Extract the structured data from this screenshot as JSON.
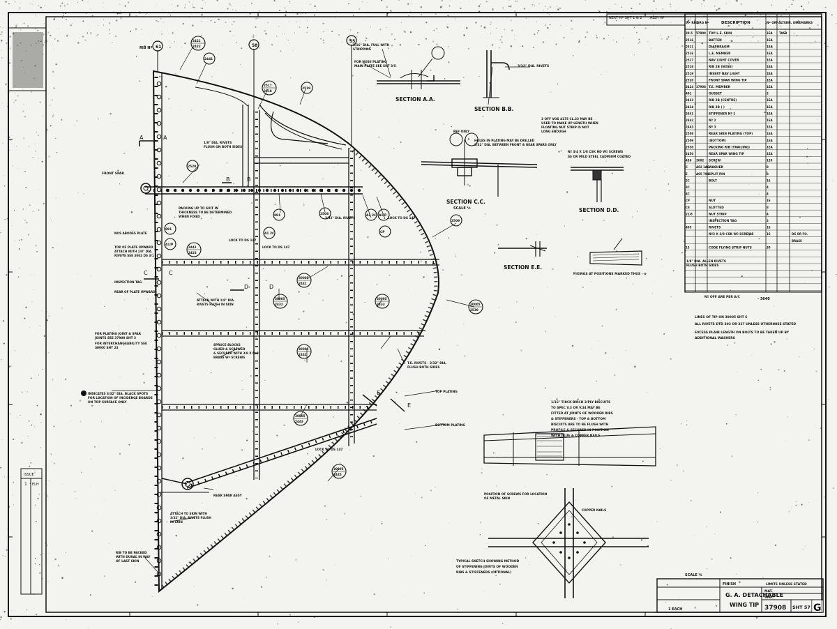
{
  "sheet": {
    "next_sheet_label": "NEXT Nº SHT 1 & 2",
    "assy_label": "ASSY Nº",
    "parts_header": [
      "Nº REQ",
      "DRG Nº",
      "DESCRIPTION",
      "Nº OFF",
      "ALTERN. ON",
      "REMARKS"
    ],
    "parts": [
      [
        "30-5",
        "37908",
        "TOP L.E. SKIN",
        "1EA",
        "TASB"
      ],
      [
        "2516",
        "",
        "BATTEN",
        "1EA",
        ""
      ],
      [
        "2511",
        "",
        "DIAPHRAGM",
        "1EA",
        ""
      ],
      [
        "2516",
        "",
        "L.E. MEMBER",
        "1EA",
        ""
      ],
      [
        "2517",
        "",
        "NAV LIGHT COVER",
        "1EA",
        ""
      ],
      [
        "2518",
        "",
        "RIB 2B (NOSE)",
        "1EA",
        ""
      ],
      [
        "2519",
        "",
        "INSERT NAV LIGHT",
        "1EA",
        ""
      ],
      [
        "2520",
        "",
        "FRONT SPAR WING TIP",
        "1EA",
        ""
      ],
      [
        "3424",
        "37908",
        "T.E. MEMBER",
        "1EA",
        ""
      ],
      [
        "401",
        "",
        "GUSSET",
        "2",
        ""
      ],
      [
        "2423",
        "",
        "RIB 2B (CENTRE)",
        "1EA",
        ""
      ],
      [
        "2424",
        "",
        "RIB 2B (   )",
        "1EA",
        ""
      ],
      [
        "2441",
        "",
        "STIFFENER Nº 1",
        "1EA",
        ""
      ],
      [
        "2442",
        "",
        "Nº 2",
        "1EA",
        ""
      ],
      [
        "2443",
        "",
        "Nº 3",
        "1EA",
        ""
      ],
      [
        "2508",
        "",
        "REAR SKIN PLATING (TOP)",
        "1EA",
        ""
      ],
      [
        "2509",
        "",
        "(BOTTOM)",
        "1EA",
        ""
      ],
      [
        "2530",
        "",
        "PACKING RIB (TRAILING)",
        "1EA",
        ""
      ],
      [
        "2450",
        "",
        "REAR SPAR WING TIP",
        "1EA",
        ""
      ],
      [
        "436",
        "3002",
        "SCREW",
        "120",
        ""
      ],
      [
        "C",
        "A02 1A6",
        "WASHER",
        "8",
        ""
      ],
      [
        "E",
        "A05 794",
        "SPLIT PIN",
        "8",
        ""
      ],
      [
        "2C",
        "",
        "BOLT",
        "16",
        ""
      ],
      [
        "3C",
        "",
        "",
        "4",
        ""
      ],
      [
        "4C",
        "",
        "",
        "4",
        ""
      ],
      [
        "CP",
        "",
        "NUT",
        "16",
        ""
      ],
      [
        "C8",
        "",
        "SLOTTED",
        "8",
        ""
      ],
      [
        "21/8",
        "",
        "NUT STRIP",
        "4",
        ""
      ],
      [
        "",
        "",
        "INSPECTION TAG",
        "2",
        ""
      ],
      [
        "405",
        "",
        "RIVETS",
        "16",
        ""
      ],
      [
        "",
        "",
        "Nº3 X 3/8 CSK Wº SCREWS",
        "16",
        "DS OR FO."
      ],
      [
        "",
        "",
        "",
        "",
        "BRASS"
      ],
      [
        "13",
        "",
        "CODE FLYING STRIP NUTS",
        "30",
        ""
      ]
    ],
    "off_note": "Nº OFF ARE PER A/C",
    "title": "G. A. DETACHABLE",
    "subtitle": "WING TIP",
    "drawing_no": "37908",
    "sheet_no": "SHT 57",
    "issue_letter": "G",
    "scale_label": "SCALE ¼",
    "finish_label": "FINISH",
    "limits_label": "LIMITS UNLESS STATED",
    "each_label": "1 EACH",
    "mat_label": "MAT.",
    "spec_label": "SPEC.",
    "issue_box": [
      "ISSUE",
      "1",
      "ELH"
    ]
  },
  "sections": {
    "aa": "SECTION A.A.",
    "bb": "SECTION B.B.",
    "cc": "SECTION C.C.",
    "cc_scale": "SCALE ½",
    "dd": "SECTION D.D.",
    "ee": "SECTION E.E."
  },
  "notes": {
    "lines_of_tip": "LINES OF TIP ON 30005 SHT 6",
    "all_rivets": "ALL RIVETS DTD 303 OR 327 UNLESS OTHERWISE STATED",
    "excess_plain": "EXCESS PLAIN LENGTH ON BOLTS TO BE TAKEN UP BY",
    "additional_washers": "ADDITIONAL WASHERS",
    "fixings": "FIXINGS AT POSITIONS MARKED THUS - ⊗",
    "ref_3640": "- 3640",
    "typical_sketch_1": "TYPICAL SKETCH SHOWING METHOD",
    "typical_sketch_2": "OF STIFFENING JOINTS OF WOODEN",
    "typical_sketch_3": "RIBS & STIFFENERS (OPTIONAL)",
    "position_screws_1": "POSITION OF SCREWS FOR LOCATION",
    "position_screws_2": "OF METAL SKIN",
    "copper_nails": "COPPER NAILS",
    "ply_biscuits_1": "1/16\" THICK BIRCH 3/PLY BISCUITS",
    "ply_biscuits_2": "TO SPEC V.3 OR V.34 MAY BE",
    "ply_biscuits_3": "FITTED AT JOINTS OF WOODEN RIBS",
    "ply_biscuits_4": "& STIFFENERS - TOP & BOTTOM",
    "ply_biscuits_5": "BISCUITS ARE TO BE FLUSH WITH",
    "ply_biscuits_6": "PROFILE & SECURED IN POSITION",
    "ply_biscuits_7": "WITH GLUE & COPPER NAILS",
    "front_spar": "FRONT SPAR",
    "holes_1": "HOLES IN PLATING MAY BE DRILLED",
    "holes_2": "3/32\" DIA. BETWEEN FRONT & REAR SPARS ONLY",
    "vos_1": "3 OFF VOS 4175 CL.23 MAY BE",
    "vos_2": "USED TO MAKE UP LENGTH WHEN",
    "vos_3": "FLOATING NUT STRIP IS NOT",
    "vos_4": "LONG ENOUGH",
    "screws_1": "Nº 3/4 X 1/8 CSK HD Wº SCREWS",
    "screws_2": "SS OR MILD STEEL CADMIUM COATED",
    "rivets_dia": "3/32\" DIA. RIVETS",
    "packing": "PACKING UP TO SUIT IN",
    "packing_2": "THICKNESS TO BE DETERMINED",
    "packing_3": "WHEN FIXED",
    "rivets_flush": "1/8\" DIA. RIVETS",
    "rivets_flush_2": "FLUSH ON BOTH SIDES",
    "flush_allen": "1/8\" DIA. ALLEN RIVETS",
    "flush_allen_2": "FLUSH BOTH SIDES",
    "te_rivets": "T.E. RIVETS - 3/32\" DIA.",
    "te_rivets_2": "FLUSH BOTH SIDES",
    "top_plating": "TOP PLATING",
    "bottom_plating": "BOTTOM PLATING",
    "lock_ds1": "LOCK TO DS 147",
    "lock_ds2": "LOCK TO DS 147",
    "lock_ds3": "LOCK TO DS 147",
    "lock_ds4": "LOCK TO DS 147",
    "rib_no": "RIB Nº",
    "inspection_tag": "INSPECTION TAG",
    "attach_1": "ATTACH WITH 1/8\" DIA.",
    "attach_2": "RIVETS FLUSH IN SKIN",
    "attach_skin_1": "ATTACH TO SKIN WITH",
    "attach_skin_2": "3/32\" DIA. RIVETS FLUSH",
    "attach_skin_3": "IN SKIN",
    "spruce_1": "SPRUCE BLOCKS",
    "spruce_2": "GLUED & SCREWED",
    "spruce_3": "& SECURED WITH 3/8 X Nº4",
    "spruce_4": "BRASS Wº SCREWS",
    "plating_joint_1": "FOR PLATING JOINT & SPAR",
    "plating_joint_2": "JOINTS SEE 37908 SHT 3",
    "plating_joint_3": "FOR INTERCHANGEABILITY SEE",
    "plating_joint_4": "30000 SHT 23",
    "indicates_1": "INDICATES 3/32\" DIA. BLACK SPOTS",
    "indicates_2": "FOR LOCATION OF INCIDENCE BOARDS",
    "indicates_3": "ON TOP SURFACE ONLY",
    "rib_packed_1": "RIB TO BE PACKED",
    "rib_packed_2": "WITH DURAL IN WAY",
    "rib_packed_3": "OF LAST SKIN",
    "rear_spar": "REAR SPAR ASSY",
    "top_plate_1": "TOP OF PLATE UPWARD",
    "top_plate_2": "ATTACH WITH 1/8\" DIA.",
    "top_plate_3": "RIVETS SEE 3002 DS 3/1",
    "top_plate_4": "REAR OF PLATE UPWARD",
    "nos_label": "NOS ABODES PLATE",
    "ref_only": "REF ONLY",
    "rivets_ref": "3/32\" DIA. RIVETS",
    "rivets_flush_top": "1/16\" DIA. FULL WITH",
    "stripping": "STRIPPING",
    "nose_plating": "FOR NOSE PLATING",
    "main_plate": "MAIN PLATE SEE SHT 3/5"
  },
  "labels": {
    "rib61": "61",
    "rib58": "58",
    "rib55": "55",
    "sec_A": "A",
    "sec_B": "B",
    "sec_C": "C",
    "sec_D": "D",
    "sec_E": "E"
  },
  "callouts": [
    [
      "2421",
      "2422"
    ],
    [
      "2441"
    ],
    [
      "2520"
    ],
    [
      "891"
    ],
    [
      "2517",
      "2518"
    ],
    [
      "2519"
    ],
    [
      "2441",
      "2423"
    ],
    [
      "2508"
    ],
    [
      "A1 2C"
    ],
    [
      "A1/P"
    ],
    [
      "891"
    ],
    [
      "A1 2C"
    ],
    [
      "A1/P"
    ],
    [
      "CP"
    ],
    [
      "30005",
      "2441"
    ],
    [
      "30005",
      "2432"
    ],
    [
      "30005",
      "2433"
    ],
    [
      "30005",
      "2442"
    ],
    [
      "30005",
      "2443"
    ],
    [
      "30005",
      "2445"
    ],
    [
      "30005",
      "2530"
    ],
    [
      "2509"
    ]
  ],
  "colors": {
    "paper": "#f3f3ef",
    "ink": "#111111"
  }
}
